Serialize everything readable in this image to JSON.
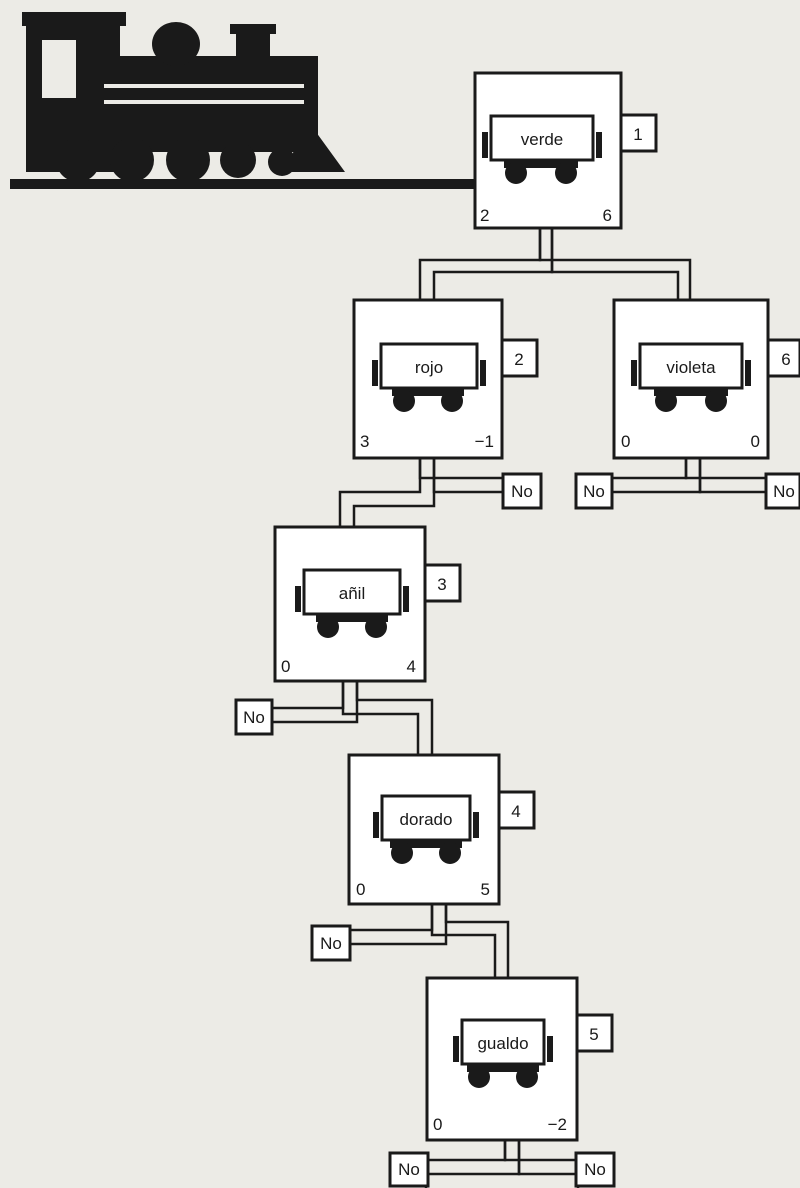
{
  "diagram": {
    "nodes": [
      {
        "id": 1,
        "label": "verde",
        "number": "1",
        "left": "2",
        "right": "6"
      },
      {
        "id": 2,
        "label": "rojo",
        "number": "2",
        "left": "3",
        "right": "−1"
      },
      {
        "id": 6,
        "label": "violeta",
        "number": "6",
        "left": "0",
        "right": "0"
      },
      {
        "id": 3,
        "label": "añil",
        "number": "3",
        "left": "0",
        "right": "4"
      },
      {
        "id": 4,
        "label": "dorado",
        "number": "4",
        "left": "0",
        "right": "5"
      },
      {
        "id": 5,
        "label": "gualdo",
        "number": "5",
        "left": "0",
        "right": "−2"
      }
    ],
    "no_label": "No"
  },
  "colors": {
    "ink": "#1a1a1a",
    "paper": "#ecebe6",
    "box_fill": "#ffffff"
  }
}
